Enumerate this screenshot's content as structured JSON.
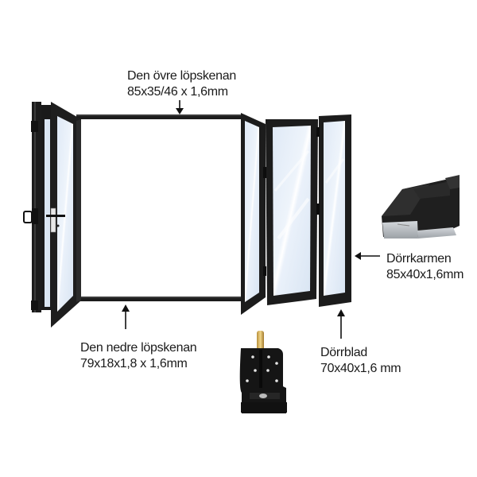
{
  "diagram": {
    "title": "Bi-fold door system components",
    "colors": {
      "frame": "#1c1c1c",
      "glass": "#e6eef8",
      "glass_highlight": "#ffffff",
      "profile_silver": "#b8bcc0",
      "pin_brass": "#d8b25a",
      "text": "#1a1a1a",
      "background": "#ffffff"
    },
    "labels": {
      "top_rail": {
        "name": "Den övre löpskenan",
        "dimensions": "85x35/46 x 1,6mm"
      },
      "frame_profile": {
        "name": "Dörrkarmen",
        "dimensions": "85x40x1,6mm"
      },
      "bottom_rail": {
        "name": "Den nedre löpskenan",
        "dimensions": "79x18x1,8 x 1,6mm"
      },
      "door_leaf": {
        "name": "Dörrblad",
        "dimensions": "70x40x1,6 mm"
      }
    },
    "components": [
      {
        "id": "left-door-panels",
        "description": "Left folding door panels with handle"
      },
      {
        "id": "top-rail",
        "description": "Upper running track"
      },
      {
        "id": "bottom-rail",
        "description": "Lower running track"
      },
      {
        "id": "right-door-panels",
        "description": "Right folding door panels (3 leaves)"
      },
      {
        "id": "frame-profile",
        "description": "Door frame aluminium profile cross-section"
      },
      {
        "id": "roller-hardware",
        "description": "Pivot / roller carriage hardware with brass pin"
      }
    ]
  }
}
